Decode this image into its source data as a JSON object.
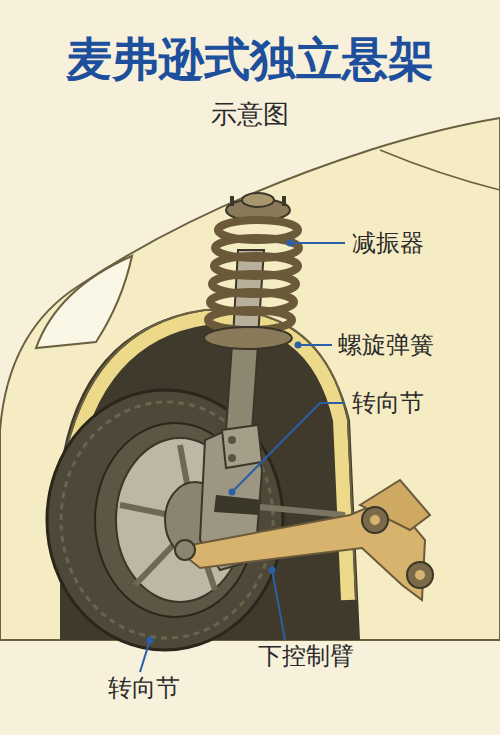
{
  "diagram": {
    "title": "麦弗逊式独立悬架",
    "labels": [
      "示意图",
      "减振器",
      "螺旋弹簧",
      "转向节",
      "下控制臂",
      "转向节"
    ]
  }
}
